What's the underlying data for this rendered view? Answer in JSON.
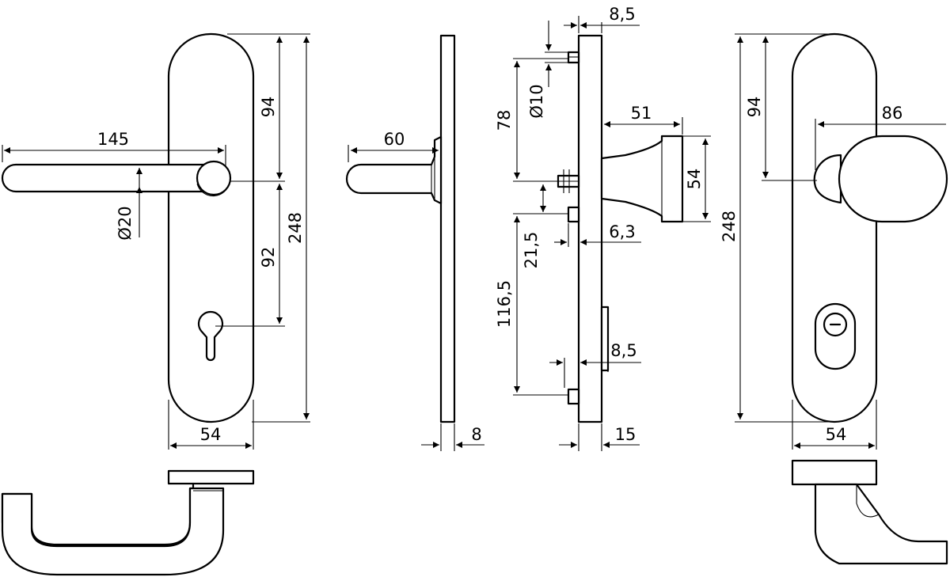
{
  "dimensions": {
    "front_lever_length": "145",
    "front_rose_diameter": "Ø20",
    "front_upper_distance": "94",
    "front_lower_distance": "92",
    "front_plate_height": "248",
    "front_plate_width": "54",
    "side_lever_projection": "60",
    "side_plate_thickness": "8",
    "sect_top_offset": "8,5",
    "sect_pin_diameter": "Ø10",
    "sect_upper_spacing": "78",
    "sect_knob_projection": "51",
    "sect_knob_diameter": "54",
    "sect_gap": "21,5",
    "sect_inner_offset": "6,3",
    "sect_lower_spacing": "116,5",
    "sect_cylinder_offset": "8,5",
    "sect_total_thickness": "15",
    "rear_upper_distance": "94",
    "rear_knob_projection": "86",
    "rear_plate_height": "248",
    "rear_plate_width": "54"
  }
}
